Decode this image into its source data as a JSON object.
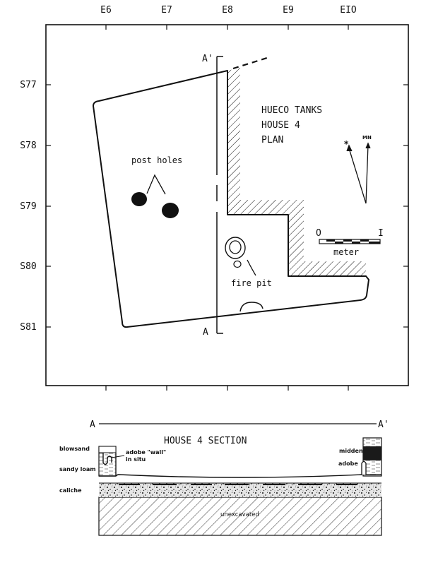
{
  "plan": {
    "grid_x_labels": [
      "E6",
      "E7",
      "E8",
      "E9",
      "EIO"
    ],
    "grid_y_labels": [
      "S77",
      "S78",
      "S79",
      "S80",
      "S81"
    ],
    "title_lines": [
      "HUECO TANKS",
      "HOUSE 4",
      "PLAN"
    ],
    "post_holes_label": "post holes",
    "fire_pit_label": "fire pit",
    "section_line_top": "A'",
    "section_line_bottom": "A",
    "north_arrow_star": "*",
    "north_arrow_mn": "MN",
    "scale_start": "O",
    "scale_end": "I",
    "scale_unit": "meter"
  },
  "section": {
    "left_end": "A",
    "right_end": "A'",
    "title": "HOUSE 4 SECTION",
    "layer_labels": [
      "blowsand",
      "sandy loam",
      "caliche"
    ],
    "adobe_wall_lines": [
      "adobe \"wall\"",
      "in situ"
    ],
    "right_labels": [
      "midden",
      "adobe"
    ],
    "unexcavated": "unexcavated"
  }
}
